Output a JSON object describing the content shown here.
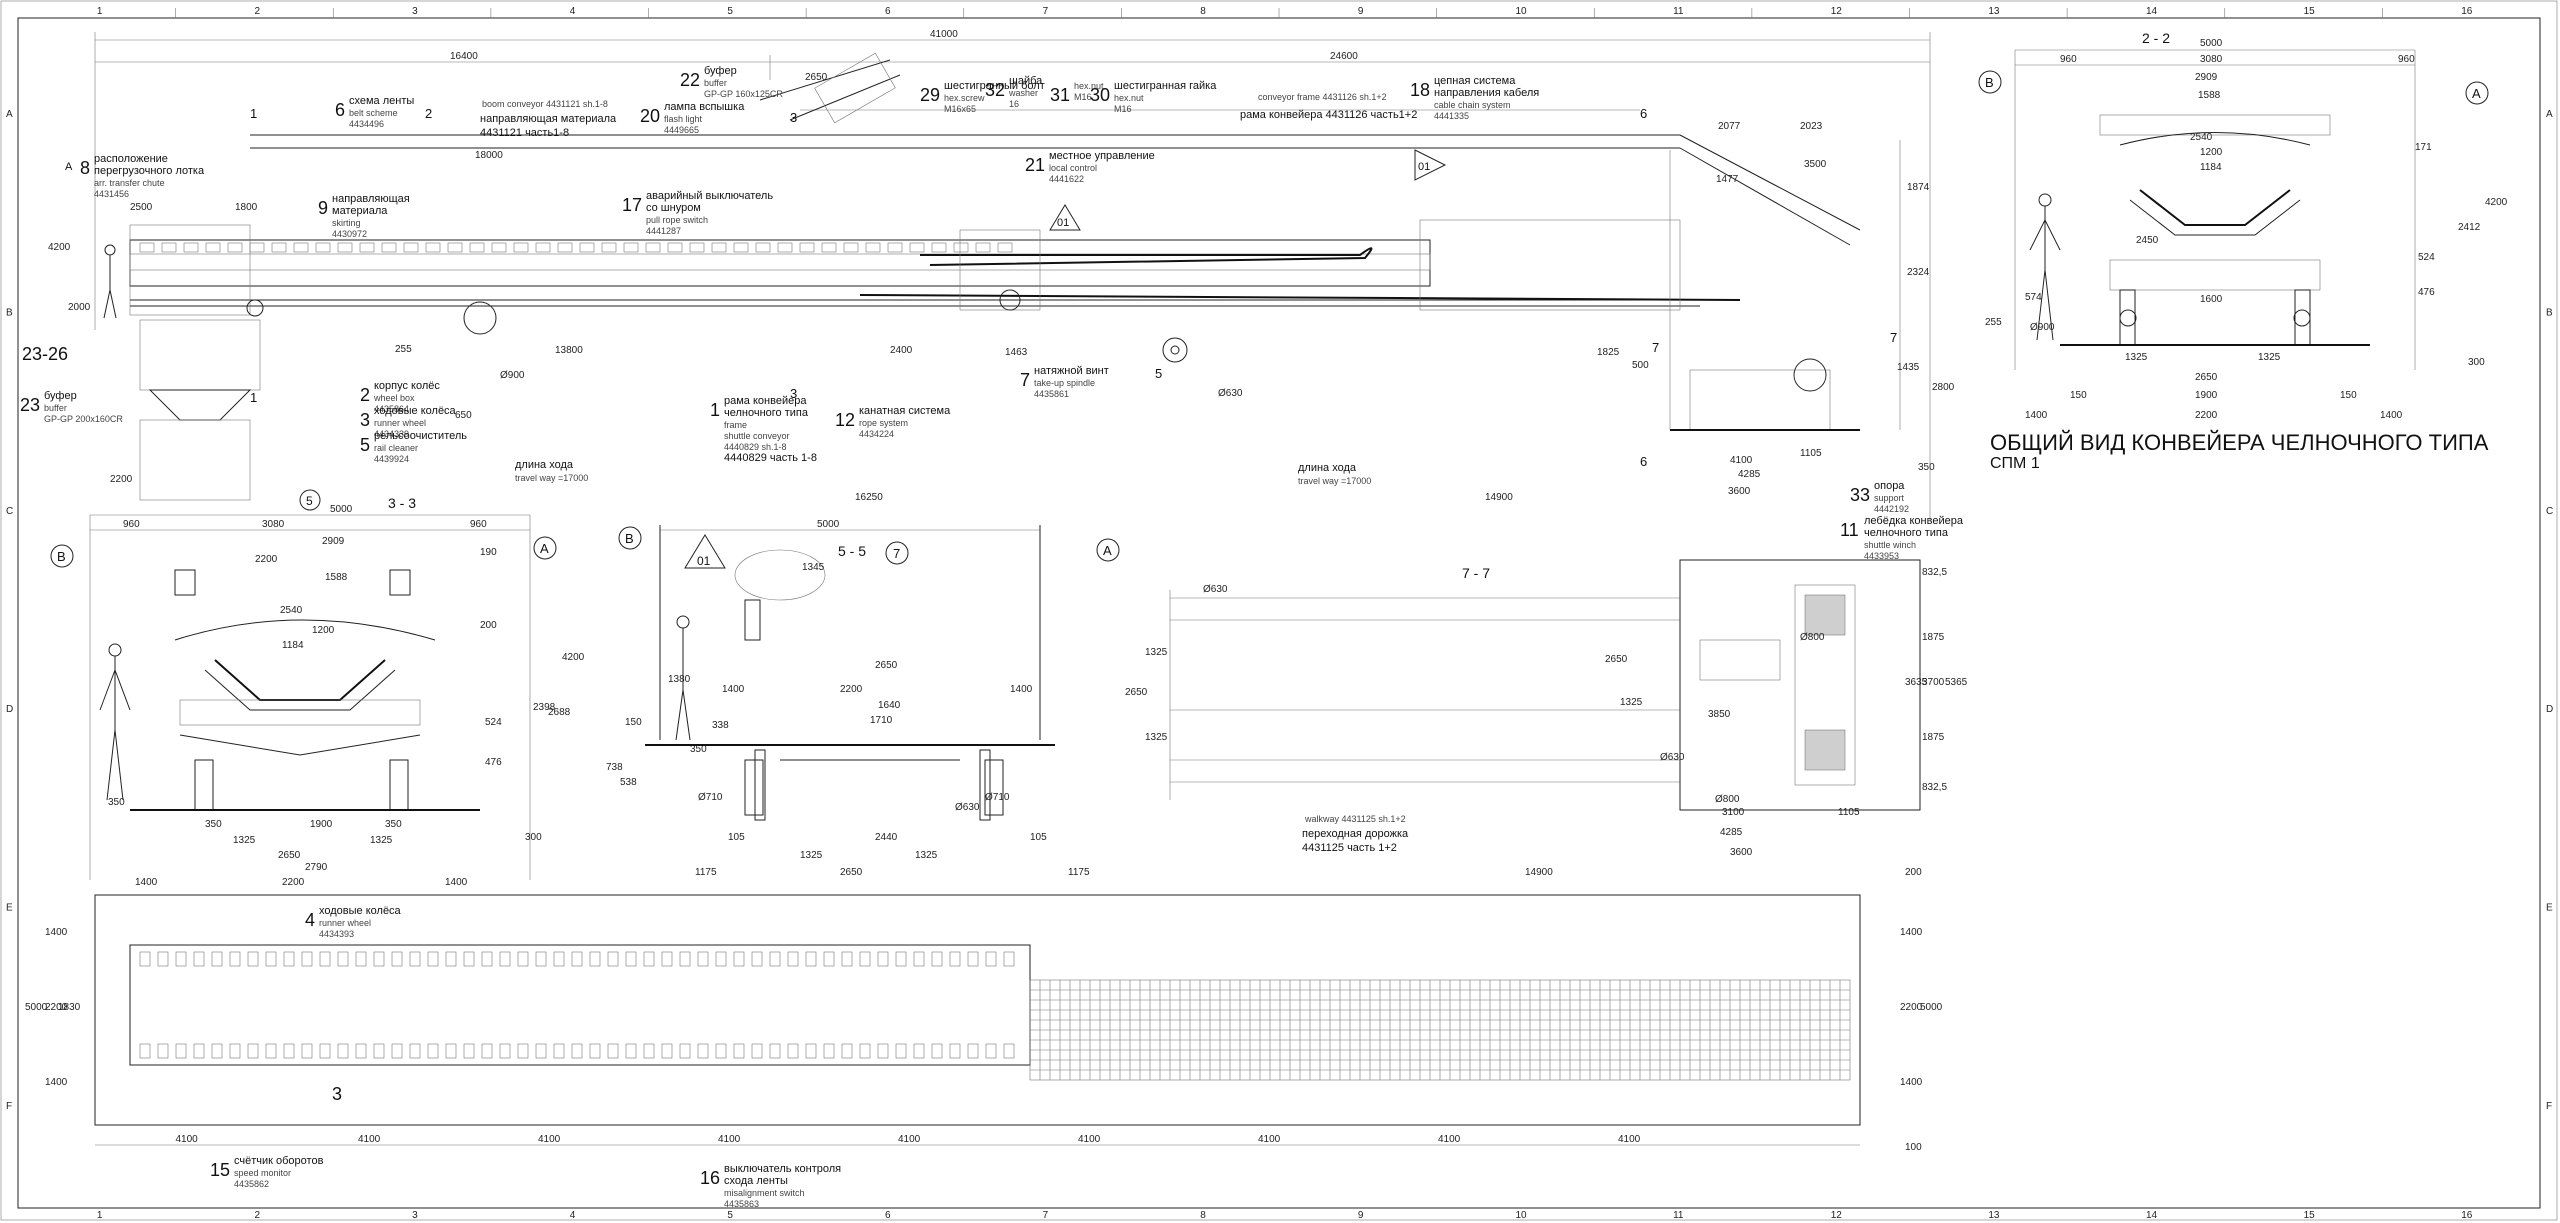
{
  "sheet": {
    "title": "ОБЩИЙ ВИД КОНВЕЙЕРА ЧЕЛНОЧНОГО ТИПА",
    "subtitle": "СПМ 1"
  },
  "sections": {
    "s33": "3 - 3",
    "s55": "5 - 5",
    "s77": "7 - 7",
    "s22": "2 - 2",
    "s2326": "23-26",
    "markA": "A",
    "markB": "B",
    "cut1": "1",
    "cut2": "2",
    "cut3": "3",
    "cut5": "5",
    "cut6": "6",
    "cut7": "7",
    "circ5": "5",
    "circ7": "7",
    "tri01": "01"
  },
  "callouts": [
    {
      "n": "8",
      "ru1": "расположение",
      "ru2": "перегрузочного лотка",
      "en": "arr. transfer chute",
      "code": "4431456"
    },
    {
      "n": "6",
      "ru1": "схема ленты",
      "en": "belt scheme",
      "code": "4434496"
    },
    {
      "n": "9",
      "ru1": "направляющая",
      "ru2": "материала",
      "en": "skirting",
      "code": "4430972"
    },
    {
      "n": "22",
      "ru1": "буфер",
      "en": "buffer",
      "code": "GP-GP 160x125CR"
    },
    {
      "n": "20",
      "ru1": "лампа вспышка",
      "en": "flash light",
      "code": "4449665"
    },
    {
      "n": "17",
      "ru1": "аварийный выключатель",
      "ru2": "со шнуром",
      "en": "pull rope switch",
      "code": "4441287"
    },
    {
      "n": "29",
      "ru1": "шестигранный болт",
      "en": "hex.screw",
      "code": "M16x65"
    },
    {
      "n": "32",
      "ru1": "шайба",
      "en": "washer",
      "code": "16"
    },
    {
      "n": "31",
      "ru1": "",
      "en": "hex.nut",
      "code": "M16"
    },
    {
      "n": "30",
      "ru1": "шестигранная гайка",
      "en": "hex.nut",
      "code": "M16"
    },
    {
      "n": "21",
      "ru1": "местное управление",
      "en": "local control",
      "code": "4441622"
    },
    {
      "n": "18",
      "ru1": "цепная система",
      "ru2": "направления кабеля",
      "en": "cable chain system",
      "code": "4441335"
    },
    {
      "n": "2",
      "ru1": "корпус колёс",
      "en": "wheel box",
      "code": "4435864"
    },
    {
      "n": "3",
      "ru1": "ходовые колёса",
      "en": "runner wheel",
      "code": "4434339"
    },
    {
      "n": "5",
      "ru1": "рельсоочиститель",
      "en": "rail cleaner",
      "code": "4439924"
    },
    {
      "n": "23",
      "ru1": "буфер",
      "en": "buffer",
      "code": "GP-GP 200x160CR"
    },
    {
      "n": "1",
      "ru1": "рама конвейера",
      "ru2": "челночного типа",
      "ru3": "4440829 часть 1-8",
      "en": "frame",
      "en2": "shuttle conveyor",
      "code": "4440829 sh.1-8"
    },
    {
      "n": "12",
      "ru1": "канатная система",
      "en": "rope system",
      "code": "4434224"
    },
    {
      "n": "7",
      "ru1": "натяжной винт",
      "en": "take-up spindle",
      "code": "4435861"
    },
    {
      "n": "33",
      "ru1": "опора",
      "en": "support",
      "code": "4442192"
    },
    {
      "n": "11",
      "ru1": "лебёдка конвейера",
      "ru2": "челночного типа",
      "en": "shuttle winch",
      "code": "4433953"
    },
    {
      "n": "4",
      "ru1": "ходовые колёса",
      "en": "runner wheel",
      "code": "4434393"
    },
    {
      "n": "15",
      "ru1": "счётчик оборотов",
      "en": "speed monitor",
      "code": "4435862"
    },
    {
      "n": "16",
      "ru1": "выключатель контроля",
      "ru2": "схода ленты",
      "en": "misalignment switch",
      "code": "4435863"
    }
  ],
  "notes": {
    "boom_en": "boom conveyor 4431121 sh.1-8",
    "boom_ru1": "направляющая материала",
    "boom_ru2": "4431121 часть1-8",
    "frame_en": "conveyor frame 4431126 sh.1+2",
    "frame_ru": "рама конвейера 4431126 часть1+2",
    "travel1_ru": "длина хода",
    "travel1_en": "travel way =17000",
    "travel2_ru": "длина хода",
    "travel2_en": "travel way =17000",
    "walkway_en": "walkway 4431125 sh.1+2",
    "walkway_ru1": "переходная дорожка",
    "walkway_ru2": "4431125 часть 1+2"
  },
  "dims_top": {
    "d41000": "41000",
    "d16400": "16400",
    "d24600": "24600",
    "d18000": "18000",
    "d2500": "2500",
    "d1800": "1800",
    "d13800": "13800",
    "d2400": "2400",
    "d16250": "16250",
    "d14900": "14900",
    "d2077": "2077",
    "d2023": "2023",
    "d3500": "3500",
    "d1477": "1477",
    "d4100": "4100",
    "d4285": "4285",
    "d3600": "3600",
    "d1105": "1105",
    "d1874": "1874",
    "d2324": "2324",
    "d2800": "2800",
    "d4200": "4200",
    "d2000": "2000",
    "d2200": "2200",
    "d900": "Ø900",
    "d630": "Ø630",
    "d1463": "1463",
    "d500": "500",
    "d1825": "1825",
    "d1435": "1435",
    "d350": "350",
    "d2650": "2650",
    "d650": "650",
    "d255": "255"
  },
  "dims_s22": {
    "w5000": "5000",
    "w960a": "960",
    "w3080": "3080",
    "w960b": "960",
    "w2909": "2909",
    "w1588": "1588",
    "w2540": "2540",
    "w1200": "1200",
    "w1184": "1184",
    "w2450": "2450",
    "w1600": "1600",
    "w1325a": "1325",
    "w1325b": "1325",
    "w2650": "2650",
    "w150a": "150",
    "w1900": "1900",
    "w150b": "150",
    "w1400a": "1400",
    "w2200": "2200",
    "w1400b": "1400",
    "h4200": "4200",
    "h2412": "2412",
    "h171": "171",
    "h524": "524",
    "h476": "476",
    "h255": "255",
    "h300": "300",
    "h574": "574",
    "dia900": "Ø900"
  },
  "dims_s33": {
    "w5000": "5000",
    "w960a": "960",
    "w3080": "3080",
    "w960b": "960",
    "w2909": "2909",
    "w2200": "2200",
    "w1588": "1588",
    "w2540": "2540",
    "w1200": "1200",
    "w1184": "1184",
    "w1900": "1900",
    "w1325a": "1325",
    "w1325b": "1325",
    "w350a": "350",
    "w350b": "350",
    "w2650": "2650",
    "w2790": "2790",
    "w1400a": "1400",
    "w2200b": "2200",
    "w1400b": "1400",
    "h4200": "4200",
    "h2398": "2398",
    "h2688": "2688",
    "h190": "190",
    "h200": "200",
    "h524": "524",
    "h476": "476",
    "h300": "300",
    "h350": "350"
  },
  "dims_s55": {
    "w5000": "5000",
    "w1345": "1345",
    "w2650": "2650",
    "w2200": "2200",
    "w1640": "1640",
    "w1710": "1710",
    "w1400a": "1400",
    "w1400b": "1400",
    "w2440": "2440",
    "w1325a": "1325",
    "w1325b": "1325",
    "w1175a": "1175",
    "w2650b": "2650",
    "w1175b": "1175",
    "w105a": "105",
    "w105b": "105",
    "h1380": "1380",
    "h338": "338",
    "h150": "150",
    "h738": "738",
    "h538": "538",
    "h350": "350",
    "dia710a": "Ø710",
    "dia630": "Ø630",
    "dia710b": "Ø710"
  },
  "dims_s77": {
    "dia630a": "Ø630",
    "h2650": "2650",
    "h1325a": "1325",
    "h1325b": "1325",
    "w14900": "14900",
    "w2650": "2650",
    "w1325": "1325",
    "w3850": "3850",
    "dia800a": "Ø800",
    "dia800b": "Ø800",
    "dia630b": "Ø630",
    "w3100": "3100",
    "w4285": "4285",
    "w1105": "1105",
    "w3600": "3600",
    "h8325a": "832,5",
    "h1875a": "1875",
    "h3700": "3700",
    "h1875b": "1875",
    "h8325b": "832,5",
    "h3635": "3635",
    "h5365": "5365"
  },
  "dims_plan": {
    "h1400a": "1400",
    "h2200": "2200",
    "h1830": "1830",
    "h1400b": "1400",
    "h5000": "5000",
    "r1400a": "1400",
    "r2200": "2200",
    "r1400b": "1400",
    "r5000": "5000",
    "s4100": "4100",
    "s200": "200",
    "s100": "100"
  },
  "grid_cols": [
    "1",
    "2",
    "3",
    "4",
    "5",
    "6",
    "7",
    "8",
    "9",
    "10",
    "11",
    "12",
    "13",
    "14",
    "15",
    "16"
  ],
  "grid_rows": [
    "A",
    "B",
    "C",
    "D",
    "E",
    "F"
  ]
}
